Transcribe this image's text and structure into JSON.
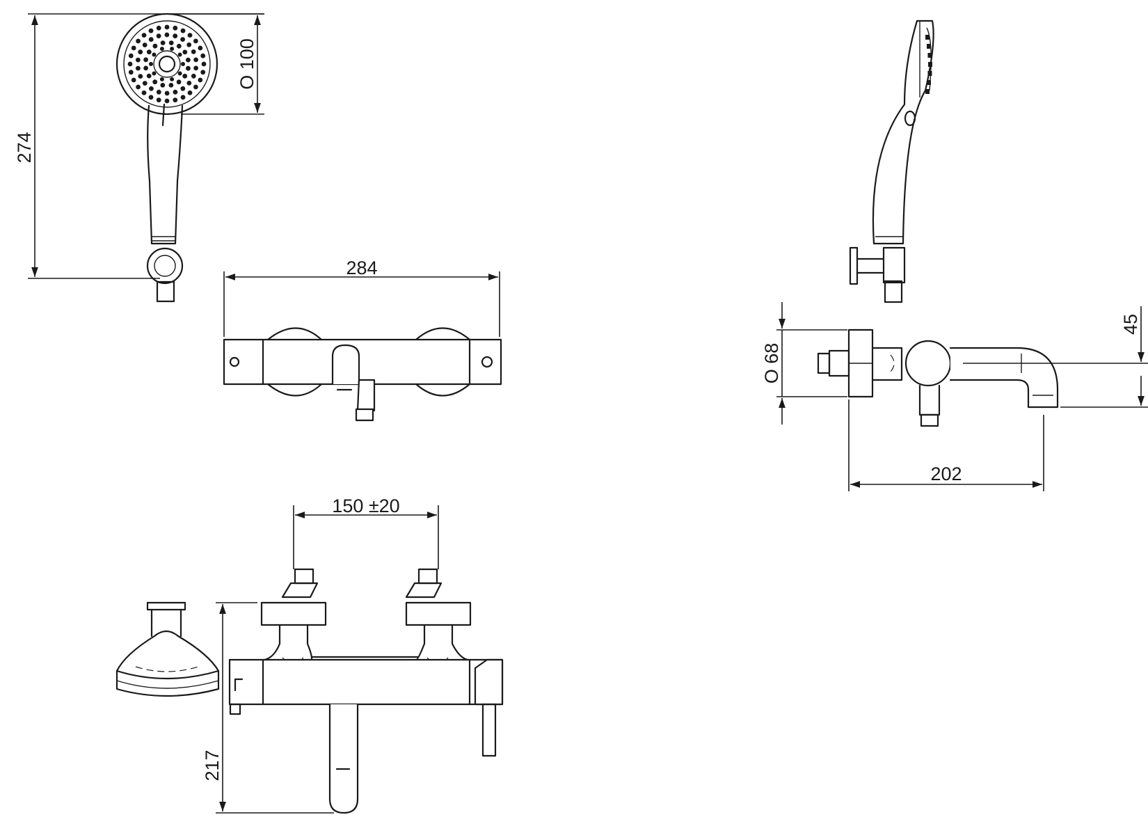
{
  "dimensions": {
    "handshower_length": "274",
    "handshower_diameter": "O 100",
    "mixer_width": "284",
    "inlet_centers": "150 ±20",
    "mixer_height": "217",
    "wall_plate_diameter": "O 68",
    "spout_offset": "45",
    "projection": "202"
  }
}
